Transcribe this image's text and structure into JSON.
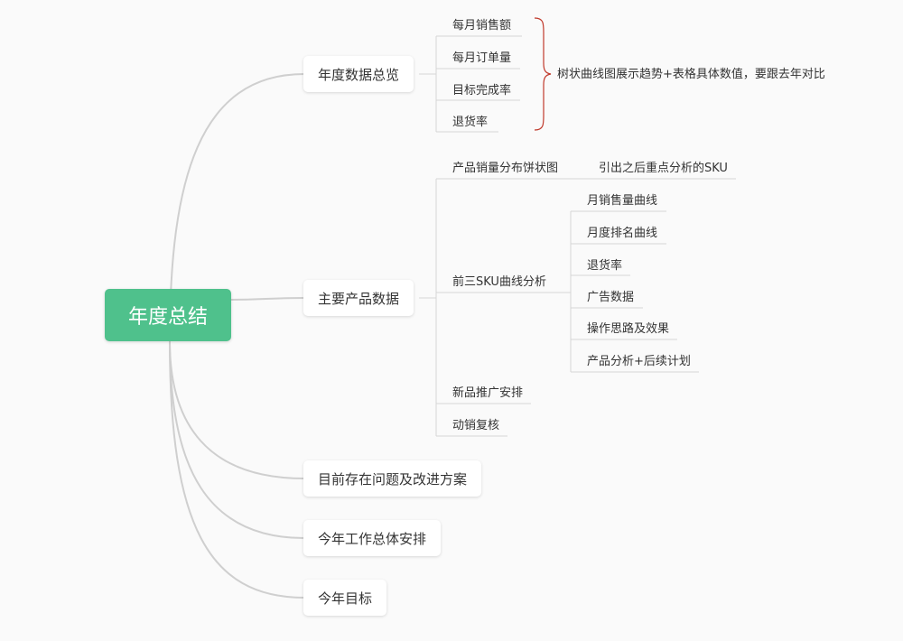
{
  "root": {
    "label": "年度总结"
  },
  "branches": [
    {
      "label": "年度数据总览",
      "children": [
        "每月销售额",
        "每月订单量",
        "目标完成率",
        "退货率"
      ],
      "annotation": "树状曲线图展示趋势+表格具体数值，要跟去年对比"
    },
    {
      "label": "主要产品数据",
      "children": [
        {
          "label": "产品销量分布饼状图",
          "note": "引出之后重点分析的SKU"
        },
        {
          "label": "前三SKU曲线分析",
          "children": [
            "月销售量曲线",
            "月度排名曲线",
            "退货率",
            "广告数据",
            "操作思路及效果",
            "产品分析+后续计划"
          ]
        },
        {
          "label": "新品推广安排"
        },
        {
          "label": "动销复核"
        }
      ]
    },
    {
      "label": "目前存在问题及改进方案"
    },
    {
      "label": "今年工作总体安排"
    },
    {
      "label": "今年目标"
    }
  ],
  "colors": {
    "root": "#4fc18c",
    "line": "#cfcfcf",
    "brace": "#c0392b"
  }
}
